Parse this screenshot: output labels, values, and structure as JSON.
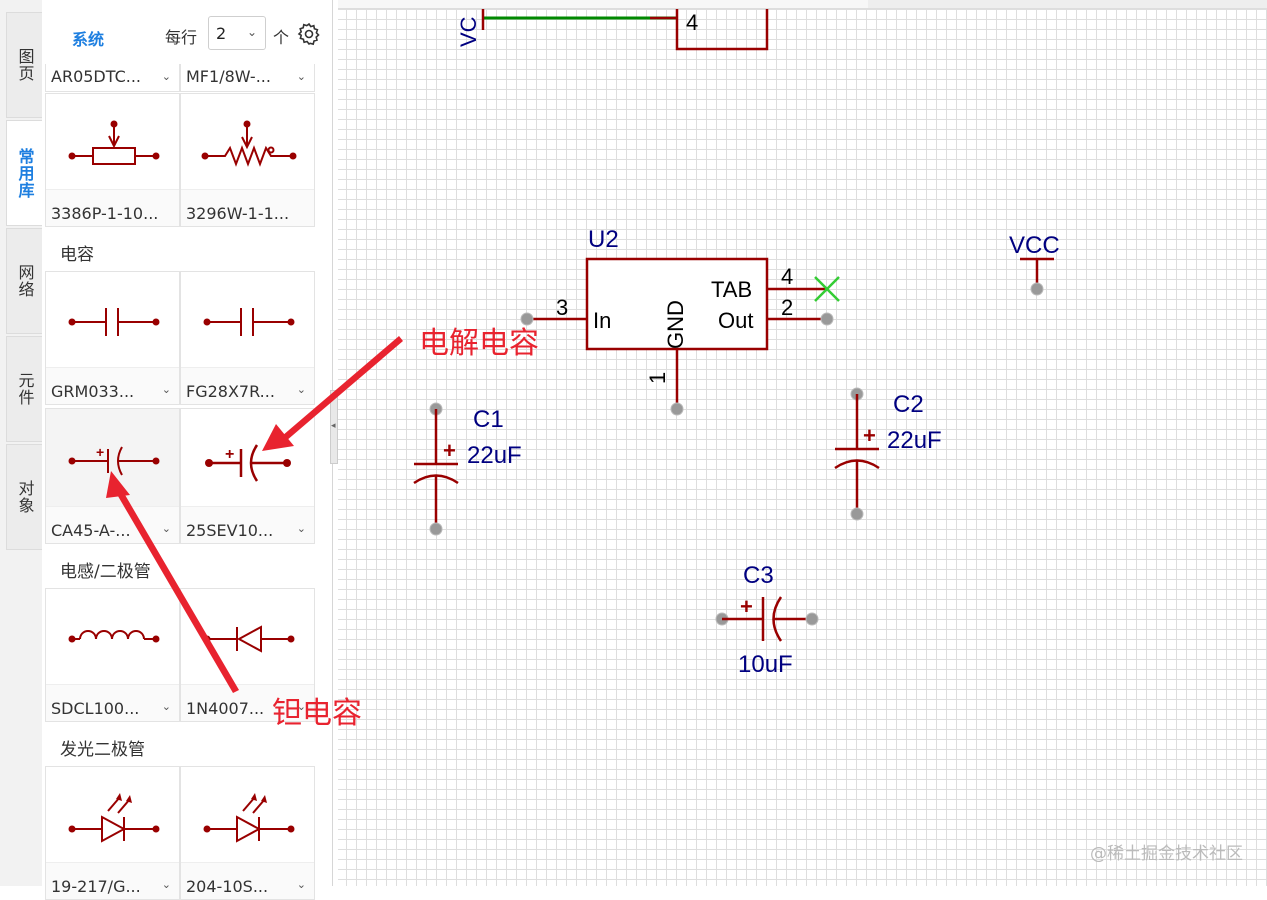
{
  "tabs": [
    "图页",
    "常用库",
    "网络",
    "元件",
    "对象"
  ],
  "active_tab": "常用库",
  "library": {
    "source_label": "系统",
    "per_row_label": "每行",
    "per_row_value": "2",
    "per_row_unit": "个",
    "top_names": [
      "AR05DTC...",
      "MF1/8W-..."
    ],
    "potentiometers": [
      {
        "name": "3386P-1-10...",
        "icon": "trimmer-potentiometer-icon"
      },
      {
        "name": "3296W-1-1...",
        "icon": "potentiometer-icon"
      }
    ],
    "categories": {
      "capacitor": "电容",
      "inductor_diode": "电感/二极管",
      "led": "发光二极管"
    },
    "capacitors": [
      {
        "name": "GRM033...",
        "icon": "capacitor-icon"
      },
      {
        "name": "FG28X7R...",
        "icon": "capacitor-icon"
      },
      {
        "name": "CA45-A-...",
        "icon": "tantalum-capacitor-icon"
      },
      {
        "name": "25SEV10...",
        "icon": "electrolytic-capacitor-icon"
      }
    ],
    "inductors_diodes": [
      {
        "name": "SDCL100...",
        "icon": "inductor-icon"
      },
      {
        "name": "1N4007...",
        "icon": "diode-icon"
      }
    ],
    "leds": [
      {
        "name": "19-217/G...",
        "icon": "led-icon"
      },
      {
        "name": "204-10S...",
        "icon": "led-icon"
      }
    ]
  },
  "schematic": {
    "top_label_partial": "VC",
    "top_pin": "4",
    "u2": {
      "ref": "U2",
      "pins": {
        "in_num": "3",
        "in": "In",
        "tab_num": "4",
        "tab": "TAB",
        "out_num": "2",
        "out": "Out",
        "gnd_num": "1",
        "gnd": "GND"
      }
    },
    "vcc": "VCC",
    "c1": {
      "ref": "C1",
      "value": "22uF"
    },
    "c2": {
      "ref": "C2",
      "value": "22uF"
    },
    "c3": {
      "ref": "C3",
      "value": "10uF"
    },
    "polarity": "+",
    "colors": {
      "wire": "#990000",
      "label": "#000080",
      "net": "#008800",
      "noconnect": "#33cc33"
    }
  },
  "annotations": {
    "electrolytic": "电解电容",
    "tantalum": "钽电容"
  },
  "watermark": "@稀土掘金技术社区"
}
